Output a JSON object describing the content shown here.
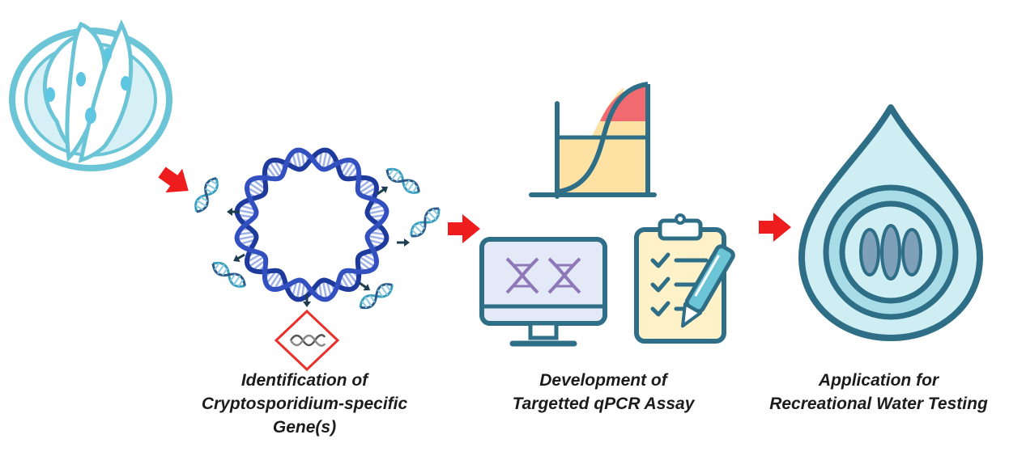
{
  "steps": [
    {
      "label_lines": [
        "Identification of",
        "Cryptosporidium-specific",
        "Gene(s)"
      ]
    },
    {
      "label_lines": [
        "Development of",
        "Targetted qPCR Assay"
      ]
    },
    {
      "label_lines": [
        "Application for",
        "Recreational Water Testing"
      ]
    }
  ],
  "icons": {
    "source": "parasite-culture-dish-icon",
    "genome": "circular-dna-genome-icon",
    "target": "target-gene-diamond-icon",
    "chart": "amplification-curve-chart-icon",
    "monitor": "dna-monitor-icon",
    "clipboard": "checklist-clipboard-icon",
    "water": "water-drop-oocyst-icon",
    "arrow": "right-arrow-icon"
  },
  "colors": {
    "arrow": "#ee1c1c",
    "dna_blue": "#1e3a9c",
    "teal": "#6cc5d6",
    "dark_teal": "#2e6e86",
    "chart_fill": "#fde2a3",
    "chart_peak": "#f06a70",
    "screen_bg": "#e3e9f7",
    "dna_purple": "#8f78b8",
    "clipboard_bg": "#fff1c8",
    "water_light": "#cfeef4",
    "water_mid": "#a8dde8",
    "oocyst": "#7fa0b9",
    "diamond": "#e8312a"
  }
}
